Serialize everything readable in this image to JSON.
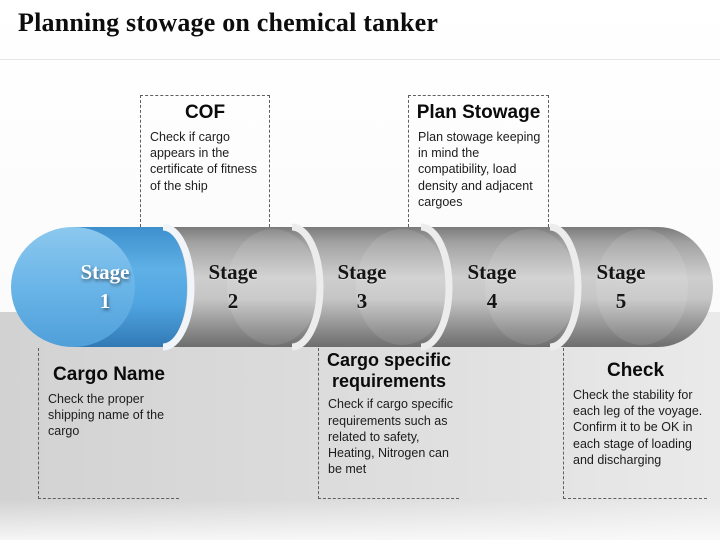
{
  "title": "Planning stowage on chemical tanker",
  "stages": [
    {
      "label": "Stage",
      "number": "1",
      "state": "active"
    },
    {
      "label": "Stage",
      "number": "2",
      "state": "inactive"
    },
    {
      "label": "Stage",
      "number": "3",
      "state": "inactive"
    },
    {
      "label": "Stage",
      "number": "4",
      "state": "inactive"
    },
    {
      "label": "Stage",
      "number": "5",
      "state": "inactive"
    }
  ],
  "callouts": {
    "top": [
      {
        "title": "COF",
        "body": "Check if cargo appears in the certificate of fitness of the ship"
      },
      {
        "title": "Plan Stowage",
        "body": "Plan stowage keeping in mind the compatibility, load density and adjacent cargoes"
      }
    ],
    "bottom": [
      {
        "title": "Cargo Name",
        "body": "Check the proper shipping name of the cargo"
      },
      {
        "title": "Cargo specific requirements",
        "body": "Check if cargo specific requirements such as related to safety, Heating, Nitrogen can be met"
      },
      {
        "title": "Check",
        "body": "Check the stability for each leg of the voyage. Confirm it to be OK in each stage of loading and discharging"
      }
    ]
  },
  "colors": {
    "active_stage_blue": "#4da2dd",
    "inactive_stage_gray": "#b5b5b5",
    "divider_highlight": "#ececec",
    "band_background": "#d9d9d9"
  }
}
